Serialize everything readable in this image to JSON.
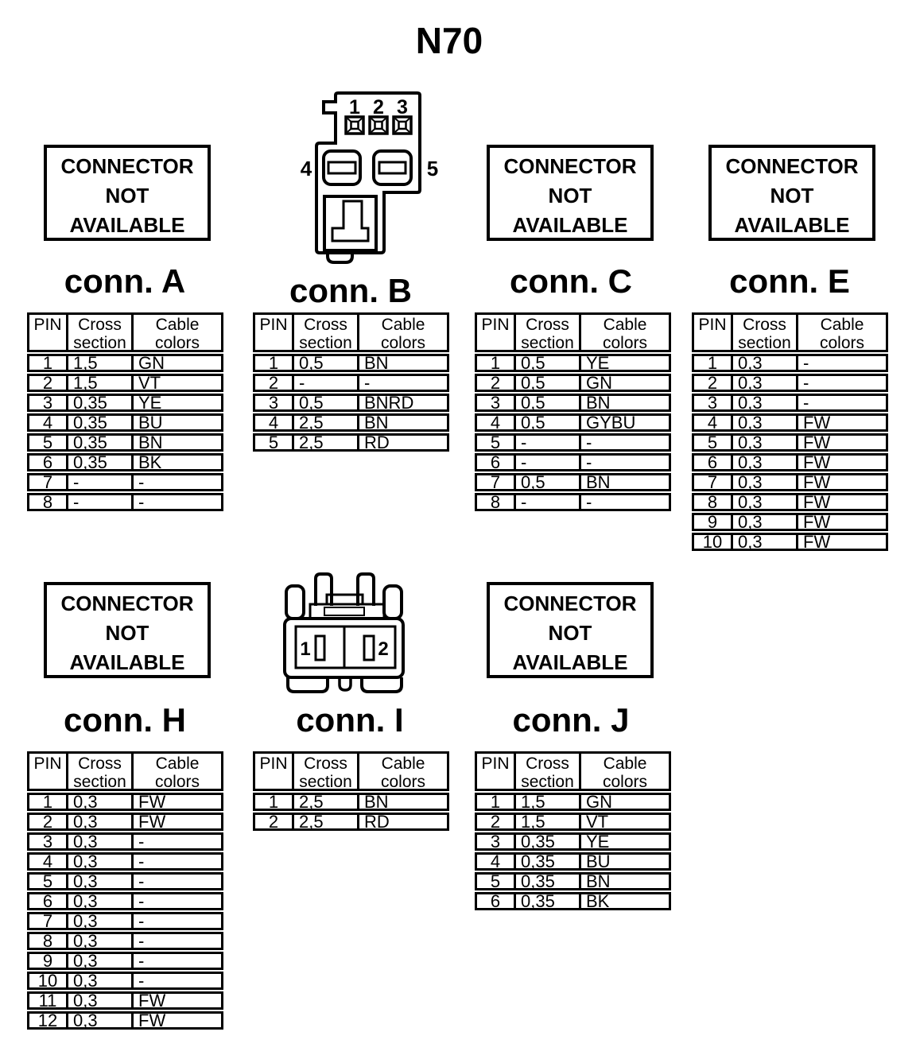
{
  "title": "N70",
  "na_box_lines": [
    "CONNECTOR",
    "NOT",
    "AVAILABLE"
  ],
  "headers": {
    "pin": "PIN",
    "cross": "Cross section",
    "cable": "Cable colors"
  },
  "colors": {
    "ink": "#000000",
    "paper": "#ffffff"
  },
  "connectors": {
    "A": {
      "label": "conn. A",
      "placeholder": "not-available",
      "rows": [
        [
          "1",
          "1,5",
          "GN"
        ],
        [
          "2",
          "1,5",
          "VT"
        ],
        [
          "3",
          "0,35",
          "YE"
        ],
        [
          "4",
          "0,35",
          "BU"
        ],
        [
          "5",
          "0,35",
          "BN"
        ],
        [
          "6",
          "0,35",
          "BK"
        ],
        [
          "7",
          "-",
          "-"
        ],
        [
          "8",
          "-",
          "-"
        ]
      ]
    },
    "B": {
      "label": "conn. B",
      "placeholder": "drawing",
      "drawing_pins": [
        "1",
        "2",
        "3",
        "4",
        "5"
      ],
      "rows": [
        [
          "1",
          "0,5",
          "BN"
        ],
        [
          "2",
          "-",
          "-"
        ],
        [
          "3",
          "0,5",
          "BNRD"
        ],
        [
          "4",
          "2,5",
          "BN"
        ],
        [
          "5",
          "2,5",
          "RD"
        ]
      ]
    },
    "C": {
      "label": "conn. C",
      "placeholder": "not-available",
      "rows": [
        [
          "1",
          "0,5",
          "YE"
        ],
        [
          "2",
          "0,5",
          "GN"
        ],
        [
          "3",
          "0,5",
          "BN"
        ],
        [
          "4",
          "0,5",
          "GYBU"
        ],
        [
          "5",
          "-",
          "-"
        ],
        [
          "6",
          "-",
          "-"
        ],
        [
          "7",
          "0,5",
          "BN"
        ],
        [
          "8",
          "-",
          "-"
        ]
      ]
    },
    "E": {
      "label": "conn. E",
      "placeholder": "not-available",
      "rows": [
        [
          "1",
          "0,3",
          "-"
        ],
        [
          "2",
          "0,3",
          "-"
        ],
        [
          "3",
          "0,3",
          "-"
        ],
        [
          "4",
          "0,3",
          "FW"
        ],
        [
          "5",
          "0,3",
          "FW"
        ],
        [
          "6",
          "0,3",
          "FW"
        ],
        [
          "7",
          "0,3",
          "FW"
        ],
        [
          "8",
          "0,3",
          "FW"
        ],
        [
          "9",
          "0,3",
          "FW"
        ],
        [
          "10",
          "0,3",
          "FW"
        ]
      ]
    },
    "H": {
      "label": "conn. H",
      "placeholder": "not-available",
      "rows": [
        [
          "1",
          "0,3",
          "FW"
        ],
        [
          "2",
          "0,3",
          "FW"
        ],
        [
          "3",
          "0,3",
          "-"
        ],
        [
          "4",
          "0,3",
          "-"
        ],
        [
          "5",
          "0,3",
          "-"
        ],
        [
          "6",
          "0,3",
          "-"
        ],
        [
          "7",
          "0,3",
          "-"
        ],
        [
          "8",
          "0,3",
          "-"
        ],
        [
          "9",
          "0,3",
          "-"
        ],
        [
          "10",
          "0,3",
          "-"
        ],
        [
          "11",
          "0,3",
          "FW"
        ],
        [
          "12",
          "0,3",
          "FW"
        ]
      ]
    },
    "I": {
      "label": "conn. I",
      "placeholder": "drawing",
      "drawing_pins": [
        "1",
        "2"
      ],
      "rows": [
        [
          "1",
          "2,5",
          "BN"
        ],
        [
          "2",
          "2,5",
          "RD"
        ]
      ]
    },
    "J": {
      "label": "conn. J",
      "placeholder": "not-available",
      "rows": [
        [
          "1",
          "1,5",
          "GN"
        ],
        [
          "2",
          "1,5",
          "VT"
        ],
        [
          "3",
          "0,35",
          "YE"
        ],
        [
          "4",
          "0,35",
          "BU"
        ],
        [
          "5",
          "0,35",
          "BN"
        ],
        [
          "6",
          "0,35",
          "BK"
        ]
      ]
    }
  }
}
